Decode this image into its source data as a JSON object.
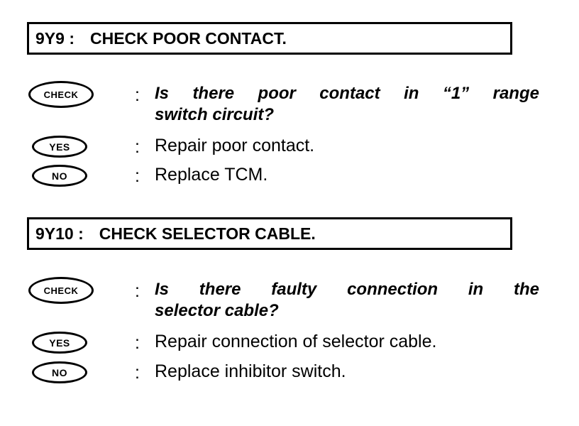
{
  "document": {
    "type": "service-manual-diagnostic-flowchart",
    "background_color": "#ffffff",
    "text_color": "#000000"
  },
  "steps": [
    {
      "id": "9Y9",
      "header": {
        "code": "9Y9 :",
        "title": "CHECK POOR CONTACT."
      },
      "check": {
        "badge_label": "CHECK",
        "separator": ":",
        "question_line_1_words": [
          "Is",
          "there",
          "poor",
          "contact",
          "in",
          "“1”",
          "range"
        ],
        "question_line_2": "switch circuit?",
        "question_full": "Is there poor contact in “1” range switch circuit?"
      },
      "answers": [
        {
          "badge_label": "YES",
          "separator": ":",
          "action": "Repair poor contact."
        },
        {
          "badge_label": "NO",
          "separator": ":",
          "action": "Replace TCM."
        }
      ]
    },
    {
      "id": "9Y10",
      "header": {
        "code": "9Y10 :",
        "title": "CHECK SELECTOR CABLE."
      },
      "check": {
        "badge_label": "CHECK",
        "separator": ":",
        "question_line_1_words": [
          "Is",
          "there",
          "faulty",
          "connection",
          "in",
          "the"
        ],
        "question_line_2": "selector cable?",
        "question_full": "Is there faulty connection in the selector cable?"
      },
      "answers": [
        {
          "badge_label": "YES",
          "separator": ":",
          "action": "Repair connection of selector cable."
        },
        {
          "badge_label": "NO",
          "separator": ":",
          "action": "Replace inhibitor switch."
        }
      ]
    }
  ]
}
